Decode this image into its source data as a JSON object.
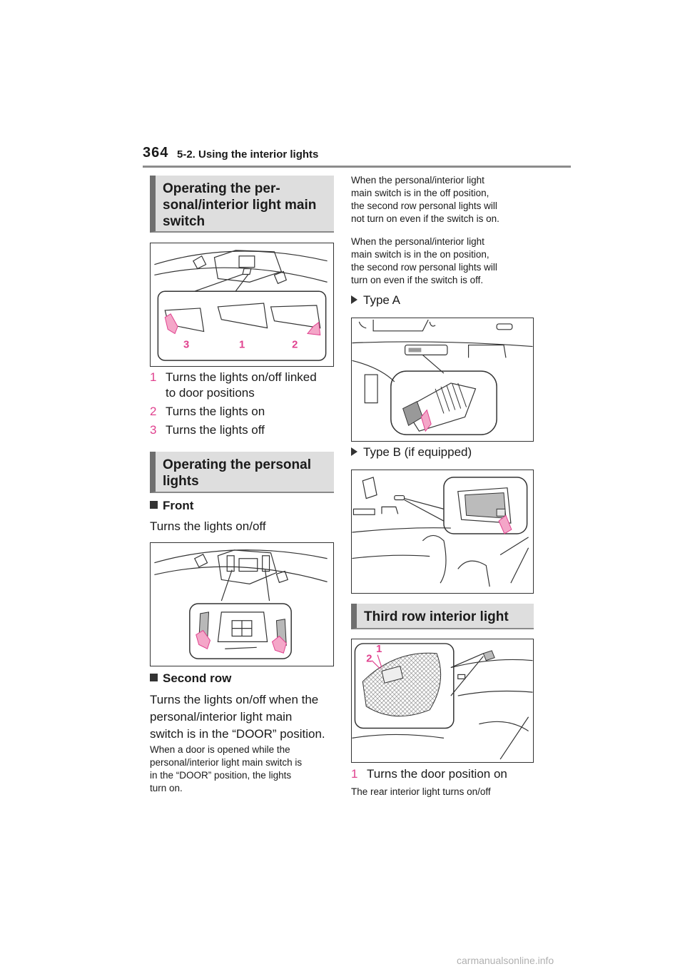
{
  "header": {
    "page_number": "364",
    "section_title": "5-2. Using the interior lights"
  },
  "left": {
    "heading1": "Operating the per-sonal/interior light main switch",
    "heading1_lines": [
      "Operating the per-",
      "sonal/interior light main",
      "switch"
    ],
    "fig1_labels": [
      "3",
      "1",
      "2"
    ],
    "steps": [
      {
        "num": "1",
        "line1": "Turns the lights on/off linked",
        "line2": "to door positions"
      },
      {
        "num": "2",
        "line1": "Turns the lights on",
        "line2": ""
      },
      {
        "num": "3",
        "line1": "Turns the lights off",
        "line2": ""
      }
    ],
    "heading2_lines": [
      "Operating the personal",
      "lights"
    ],
    "front_label": "Front",
    "front_text": "Turns the lights on/off",
    "second_row_label": "Second row",
    "second_row_lines": [
      "Turns the lights on/off when the",
      "personal/interior light main",
      "switch is in the “DOOR” position."
    ],
    "second_row_note_lines": [
      "When a door is opened while the",
      "personal/interior light main switch is",
      "in the “DOOR” position, the lights",
      "turn on."
    ]
  },
  "right": {
    "note1_lines": [
      "When the personal/interior light",
      "main switch is in the off position,",
      "the second row personal lights will",
      "not turn on even if the switch is on."
    ],
    "note2_lines": [
      "When the personal/interior light",
      "main switch is in the on position,",
      "the second row personal lights will",
      "turn on even if the switch is off."
    ],
    "type_a": "Type A",
    "type_b": "Type B (if equipped)",
    "heading3": "Third row interior light",
    "fig_third_labels": [
      "2",
      "1"
    ],
    "step": {
      "num": "1",
      "text": "Turns the door position on"
    },
    "footer_note": "The rear interior light turns on/off"
  },
  "watermark": "carmanualsonline.info",
  "colors": {
    "accent": "#e0418e",
    "heading_bg": "#dedede",
    "heading_bar": "#6f6f6f"
  }
}
